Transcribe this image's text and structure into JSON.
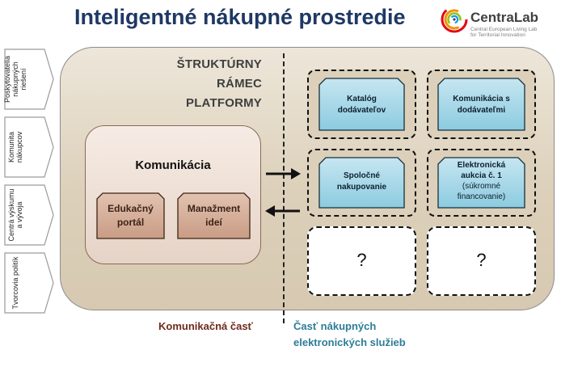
{
  "header": {
    "title": "Inteligentné nákupné prostredie"
  },
  "logo": {
    "name": "CentraLab",
    "subtitle_line1": "Central European Living Lab",
    "subtitle_line2": "for Territorial Innovation",
    "colors": [
      "#e30613",
      "#f39200",
      "#95c11f",
      "#009ee3",
      "#662483"
    ]
  },
  "sidebar": {
    "items": [
      {
        "label": "Poskytovatelia nákupných riešení"
      },
      {
        "label": "Komunita nákupcov"
      },
      {
        "label": "Centrá výskumu a vývoja"
      },
      {
        "label": "Tvorcovia politík"
      }
    ]
  },
  "framework": {
    "title_line1": "ŠTRUKTÚRNY RÁMEC",
    "title_line2": "PLATFORMY"
  },
  "communication": {
    "title": "Komunikácia",
    "modules": [
      {
        "line1": "Edukačný",
        "line2": "portál"
      },
      {
        "line1": "Manažment",
        "line2": "ideí"
      }
    ]
  },
  "services": [
    {
      "line1": "Katalóg",
      "line2": "dodávateľov",
      "line3": "",
      "line4": ""
    },
    {
      "line1": "Komunikácia s",
      "line2": "dodávateľmi",
      "line3": "",
      "line4": ""
    },
    {
      "line1": "Spoločné",
      "line2": "nakupovanie",
      "line3": "",
      "line4": ""
    },
    {
      "line1": "Elektronická",
      "line2": "aukcia č. 1",
      "line3": "(súkromné",
      "line4": "financovanie)"
    }
  ],
  "placeholders": [
    {
      "label": "?"
    },
    {
      "label": "?"
    }
  ],
  "footer": {
    "left": "Komunikačná časť",
    "right_line1": "Časť nákupných",
    "right_line2": "elektronických služieb"
  },
  "colors": {
    "title": "#1f3864",
    "frame_fill": "#dcd0ba",
    "service_fill": "#9fd3e6",
    "module_fill": "#cfa58e",
    "footer_left": "#6e2b1c",
    "footer_right": "#2e7c98"
  }
}
